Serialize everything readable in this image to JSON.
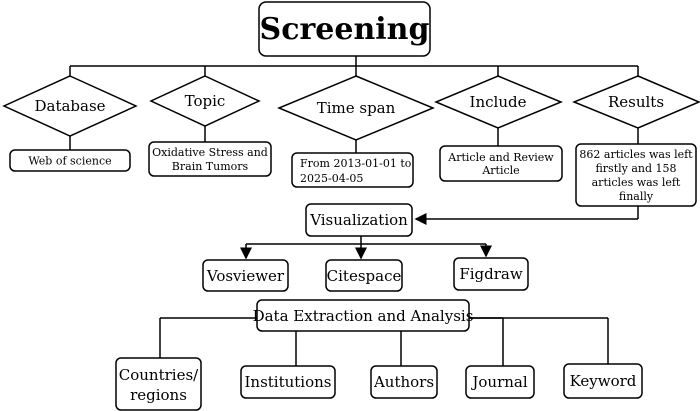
{
  "title": "Screening",
  "criteria": [
    {
      "label": "Database",
      "value_lines": [
        "Web of science"
      ]
    },
    {
      "label": "Topic",
      "value_lines": [
        "Oxidative Stress and",
        "Brain Tumors"
      ]
    },
    {
      "label": "Time span",
      "value_lines": [
        "From 2013-01-01 to",
        "2025-04-05"
      ]
    },
    {
      "label": "Include",
      "value_lines": [
        "Article and Review",
        "Article"
      ]
    },
    {
      "label": "Results",
      "value_lines": [
        "862 articles was left",
        "firstly and 158",
        "articles was left",
        "finally"
      ]
    }
  ],
  "visualization": {
    "label": "Visualization",
    "tools": [
      "Vosviewer",
      "Citespace",
      "Figdraw"
    ]
  },
  "analysis": {
    "label": "Data Extraction and Analysis",
    "items": [
      {
        "lines": [
          "Countries/",
          "regions"
        ]
      },
      {
        "lines": [
          "Institutions"
        ]
      },
      {
        "lines": [
          "Authors"
        ]
      },
      {
        "lines": [
          "Journal"
        ]
      },
      {
        "lines": [
          "Keyword"
        ]
      }
    ]
  }
}
